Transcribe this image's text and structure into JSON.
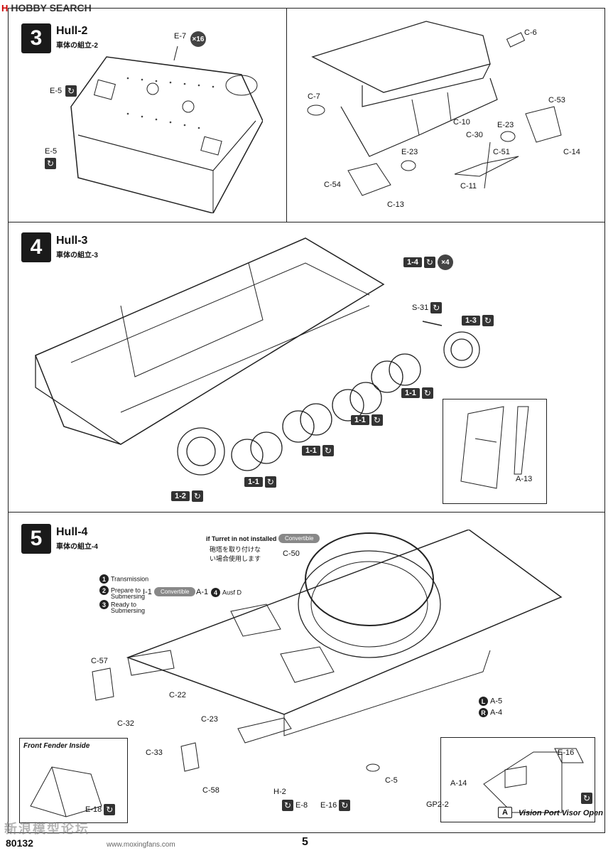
{
  "header": {
    "logo": "H",
    "brand": "HOBBY SEARCH"
  },
  "steps": [
    {
      "num": "3",
      "title": "Hull-2",
      "subtitle": "車体の組立-2"
    },
    {
      "num": "4",
      "title": "Hull-3",
      "subtitle": "車体の組立-3"
    },
    {
      "num": "5",
      "title": "Hull-4",
      "subtitle": "車体の組立-4"
    }
  ],
  "step3": {
    "left": {
      "e7": "E-7",
      "x16": "×16",
      "e5a": "E-5",
      "e5b": "E-5"
    },
    "right": {
      "c6": "C-6",
      "c7": "C-7",
      "c53": "C-53",
      "c10": "C-10",
      "c30": "C-30",
      "e23a": "E-23",
      "c14": "C-14",
      "c51": "C-51",
      "e23b": "E-23",
      "c54": "C-54",
      "c11": "C-11",
      "c13": "C-13"
    }
  },
  "step4": {
    "t14": "1-4",
    "x4": "×4",
    "s31": "S-31",
    "t13": "1-3",
    "t11a": "1-1",
    "t11b": "1-1",
    "t11c": "1-1",
    "t11d": "1-1",
    "t12": "1-2",
    "a13": "A-13"
  },
  "step5": {
    "turret_en": "if Turret in not installed",
    "turret_jp1": "砲塔を取り付けな",
    "turret_jp2": "い場合使用します",
    "convertible": "Convertible",
    "c50": "C-50",
    "opt1": "Transmission",
    "opt2a": "Prepare to",
    "opt2b": "Submersing",
    "opt3a": "Ready to",
    "opt3b": "Submersing",
    "n1": "1",
    "n2": "2",
    "n3": "3",
    "n4": "4",
    "i1": "I-1",
    "a1": "A-1",
    "ausf": "Ausf D",
    "c57": "C-57",
    "c22": "C-22",
    "c32": "C-32",
    "c23": "C-23",
    "c33": "C-33",
    "c58": "C-58",
    "la5": "A-5",
    "ra4": "A-4",
    "L": "L",
    "R": "R",
    "c5": "C-5",
    "h2": "H-2",
    "e8": "E-8",
    "e16a": "E-16",
    "e16b": "E-16",
    "a14": "A-14",
    "gp22": "GP2-2",
    "boxA": "A",
    "front_fender": "Front Fender Inside",
    "e18": "E-18",
    "vision": "Vision Port Visor Open"
  },
  "footer": {
    "code": "80132",
    "page": "5",
    "watermark": "新浪模型论坛",
    "site": "www.moxingfans.com"
  }
}
